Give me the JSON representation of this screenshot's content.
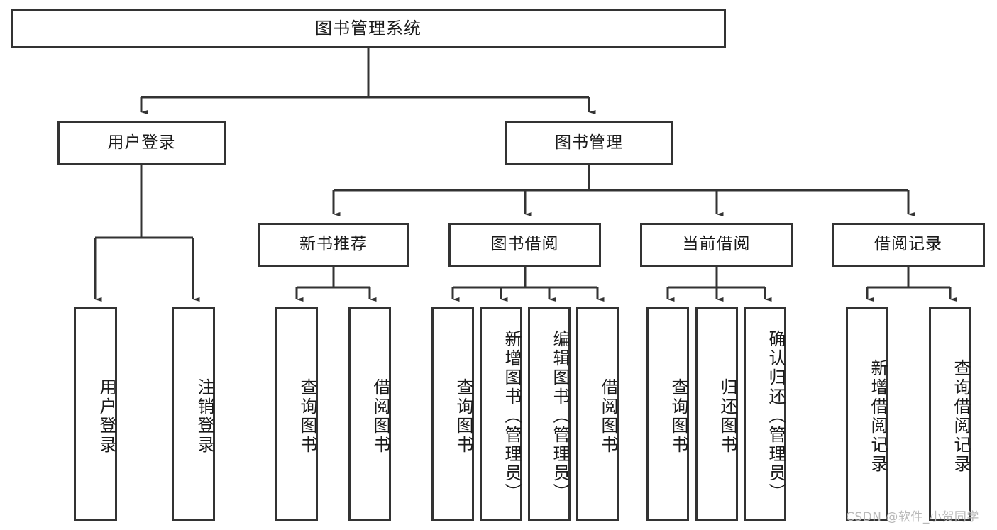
{
  "diagram": {
    "title": "图书管理系统",
    "type": "tree-hierarchy-chart",
    "root": {
      "label": "图书管理系统"
    },
    "level2": [
      {
        "label": "用户登录"
      },
      {
        "label": "图书管理"
      }
    ],
    "level3": [
      {
        "label": "新书推荐"
      },
      {
        "label": "图书借阅"
      },
      {
        "label": "当前借阅"
      },
      {
        "label": "借阅记录"
      }
    ],
    "leaves_user_login": [
      {
        "label": "用户登录"
      },
      {
        "label": "注销登录"
      }
    ],
    "leaves_new_book": [
      {
        "label": "查询图书"
      },
      {
        "label": "借阅图书"
      }
    ],
    "leaves_borrow": [
      {
        "label": "查询图书"
      },
      {
        "label": "新增图书（管理员）"
      },
      {
        "label": "编辑图书（管理员）"
      },
      {
        "label": "借阅图书"
      }
    ],
    "leaves_current": [
      {
        "label": "查询图书"
      },
      {
        "label": "归还图书"
      },
      {
        "label": "确认归还（管理员）"
      }
    ],
    "leaves_record": [
      {
        "label": "新增借阅记录"
      },
      {
        "label": "查询借阅记录"
      }
    ]
  },
  "watermark": {
    "text": "CSDN @软件_小贺同学"
  },
  "colors": {
    "stroke": "#333333",
    "fill": "#ffffff",
    "text": "#1a1a1a",
    "watermark": "#b9b9b9"
  }
}
